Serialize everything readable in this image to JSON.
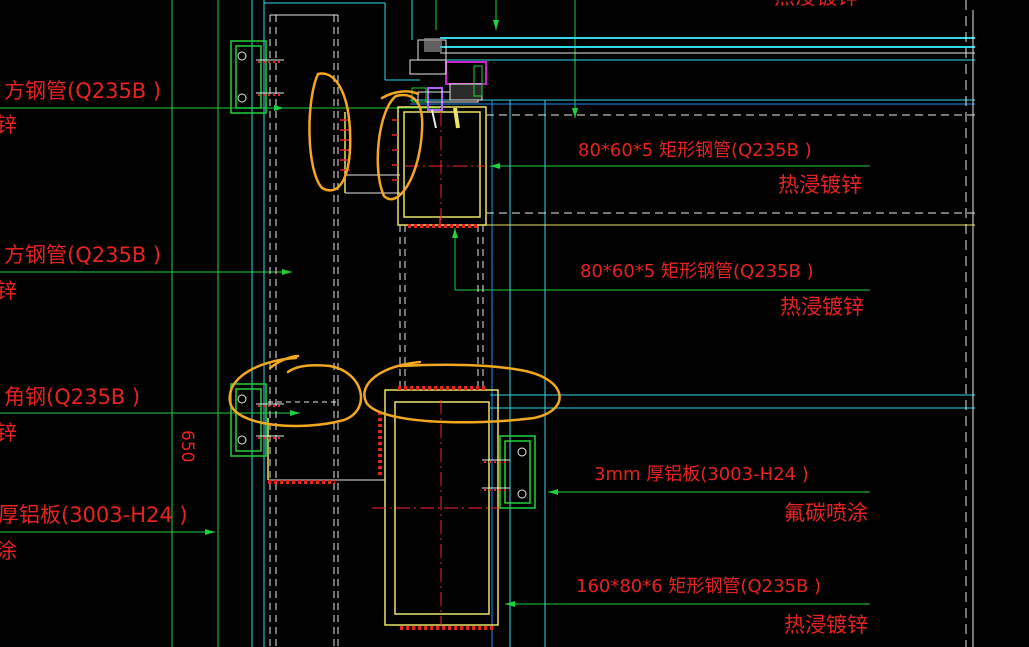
{
  "colors": {
    "background": "#000000",
    "text": "#e8231f",
    "leader": "#1fd23a",
    "steel": "#e9e463",
    "glass": "#2fd8e8",
    "markup": "#f4a81f",
    "hatch": "#e8231f",
    "center": "#ff2424",
    "panel": "#1a8cf0"
  },
  "left_labels": {
    "l1": "方钢管(Q235B   )",
    "l1b": "锌",
    "l2": "方钢管(Q235B   )",
    "l2b": "锌",
    "l3": "角钢(Q235B   )",
    "l3b": "锌",
    "l4": "厚铝板(3003-H24      )",
    "l4b": "涂"
  },
  "right_labels": {
    "r1a": "80*60*5    矩形钢管(Q235B   )",
    "r1b": "热浸镀锌",
    "r2a": "80*60*5    矩形钢管(Q235B   )",
    "r2b": "热浸镀锌",
    "r3a": "3mm   厚铝板(3003-H24      )",
    "r3b": "氟碳喷涂",
    "r4a": "160*80*6    矩形钢管(Q235B   )",
    "r4b": "热浸镀锌"
  },
  "dimension": "650"
}
